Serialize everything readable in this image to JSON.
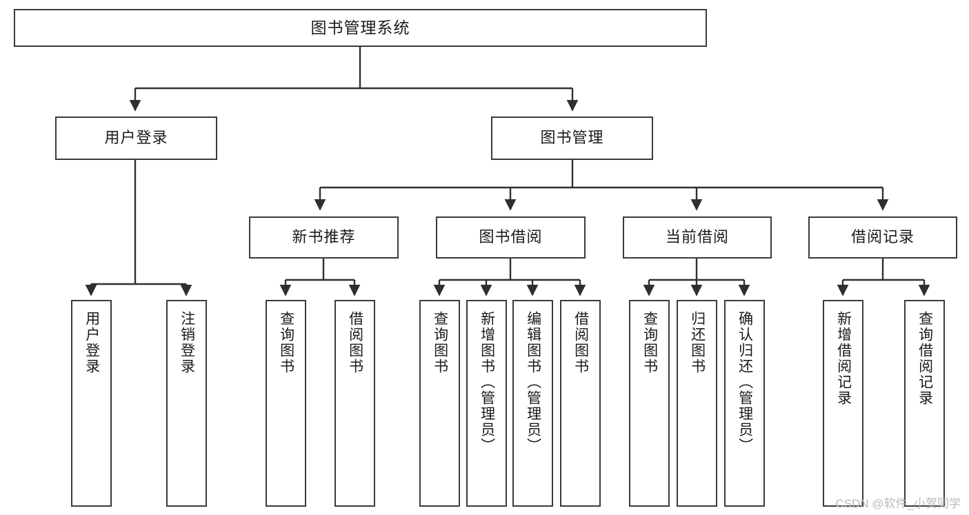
{
  "diagram": {
    "title": "图书管理系统",
    "type": "功能结构图",
    "watermark": "CSDN @软件_小贺同学",
    "colors": {
      "box_border": "#3a3a3a",
      "box_fill": "#ffffff",
      "edge": "#2f2f2f",
      "text": "#1a1a1a",
      "watermark": "#b9b9b9",
      "background": "#ffffff"
    },
    "nodes": {
      "root": {
        "label": "图书管理系统"
      },
      "level2": [
        {
          "id": "user-login",
          "label": "用户登录"
        },
        {
          "id": "book-manage",
          "label": "图书管理"
        }
      ],
      "level3": [
        {
          "id": "new-book-recommend",
          "label": "新书推荐"
        },
        {
          "id": "book-borrow",
          "label": "图书借阅"
        },
        {
          "id": "current-borrow",
          "label": "当前借阅"
        },
        {
          "id": "borrow-record",
          "label": "借阅记录"
        }
      ],
      "leaves": {
        "user_login": [
          {
            "id": "leaf-user-login",
            "label": "用户登录"
          },
          {
            "id": "leaf-logout-login",
            "label": "注销登录"
          }
        ],
        "new_book_recommend": [
          {
            "id": "leaf-query-book-1",
            "label": "查询图书"
          },
          {
            "id": "leaf-borrow-book-1",
            "label": "借阅图书"
          }
        ],
        "book_borrow": [
          {
            "id": "leaf-query-book-2",
            "label": "查询图书"
          },
          {
            "id": "leaf-add-book",
            "label": "新增图书（管理员）"
          },
          {
            "id": "leaf-edit-book",
            "label": "编辑图书（管理员）"
          },
          {
            "id": "leaf-borrow-book-2",
            "label": "借阅图书"
          }
        ],
        "current_borrow": [
          {
            "id": "leaf-query-book-3",
            "label": "查询图书"
          },
          {
            "id": "leaf-return-book",
            "label": "归还图书"
          },
          {
            "id": "leaf-confirm-return",
            "label": "确认归还（管理员）"
          }
        ],
        "borrow_record": [
          {
            "id": "leaf-add-record",
            "label": "新增借阅记录"
          },
          {
            "id": "leaf-query-record",
            "label": "查询借阅记录"
          }
        ]
      }
    }
  }
}
